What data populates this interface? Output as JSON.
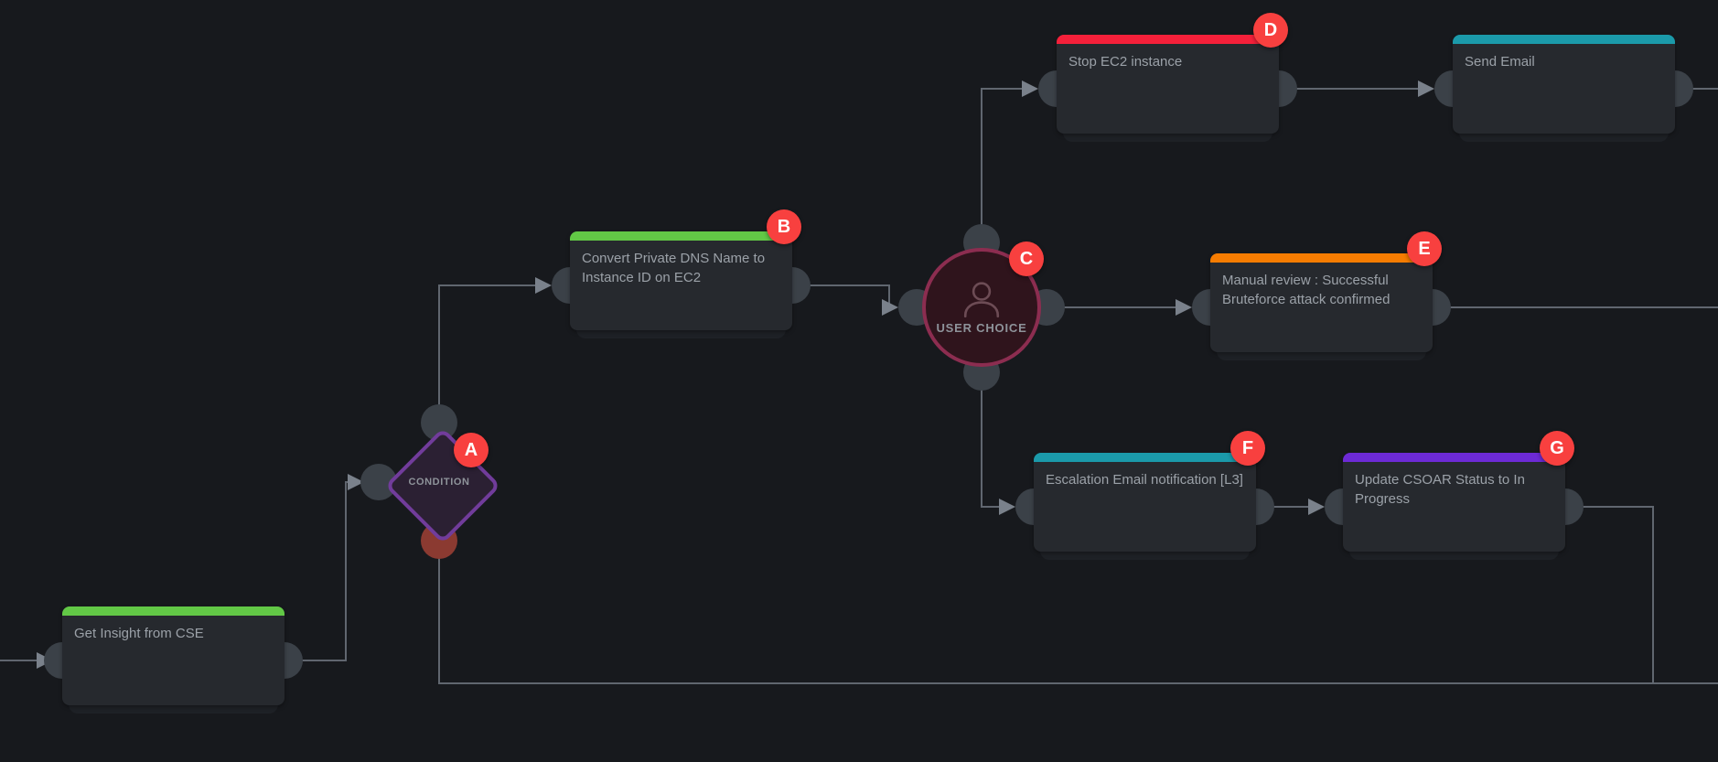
{
  "app": {
    "view_title": "Workflow playbook canvas"
  },
  "colors": {
    "background": "#17191d",
    "badge_red": "#f8403f",
    "edge_gray": "#60666f",
    "accent_green": "#62c846",
    "accent_red": "#f5203a",
    "accent_teal": "#1b9aaa",
    "accent_orange": "#f67c01",
    "accent_purple": "#6d2ad6",
    "condition_border": "#713c9b",
    "user_choice_border": "#8c2d50",
    "false_port_red": "#8b3a31"
  },
  "nodes": [
    {
      "id": "get-insight",
      "label": "Get Insight from CSE",
      "accent": "#62c846",
      "badge": ""
    },
    {
      "id": "convert-dns",
      "label": "Convert Private DNS Name to Instance ID on EC2",
      "accent": "#62c846",
      "badge": "B"
    },
    {
      "id": "stop-ec2",
      "label": "Stop EC2 instance",
      "accent": "#f5203a",
      "badge": "D"
    },
    {
      "id": "send-email",
      "label": "Send Email",
      "accent": "#1b9aaa",
      "badge": ""
    },
    {
      "id": "manual-review",
      "label": "Manual review : Successful Bruteforce attack confirmed",
      "accent": "#f67c01",
      "badge": "E"
    },
    {
      "id": "escalation-email",
      "label": "Escalation Email notification [L3]",
      "accent": "#1b9aaa",
      "badge": "F"
    },
    {
      "id": "update-csoar",
      "label": "Update CSOAR Status to In Progress",
      "accent": "#6d2ad6",
      "badge": "G"
    }
  ],
  "shapes": {
    "condition": {
      "label": "CONDITION",
      "badge": "A"
    },
    "user_choice": {
      "label": "USER CHOICE",
      "badge": "C"
    }
  }
}
